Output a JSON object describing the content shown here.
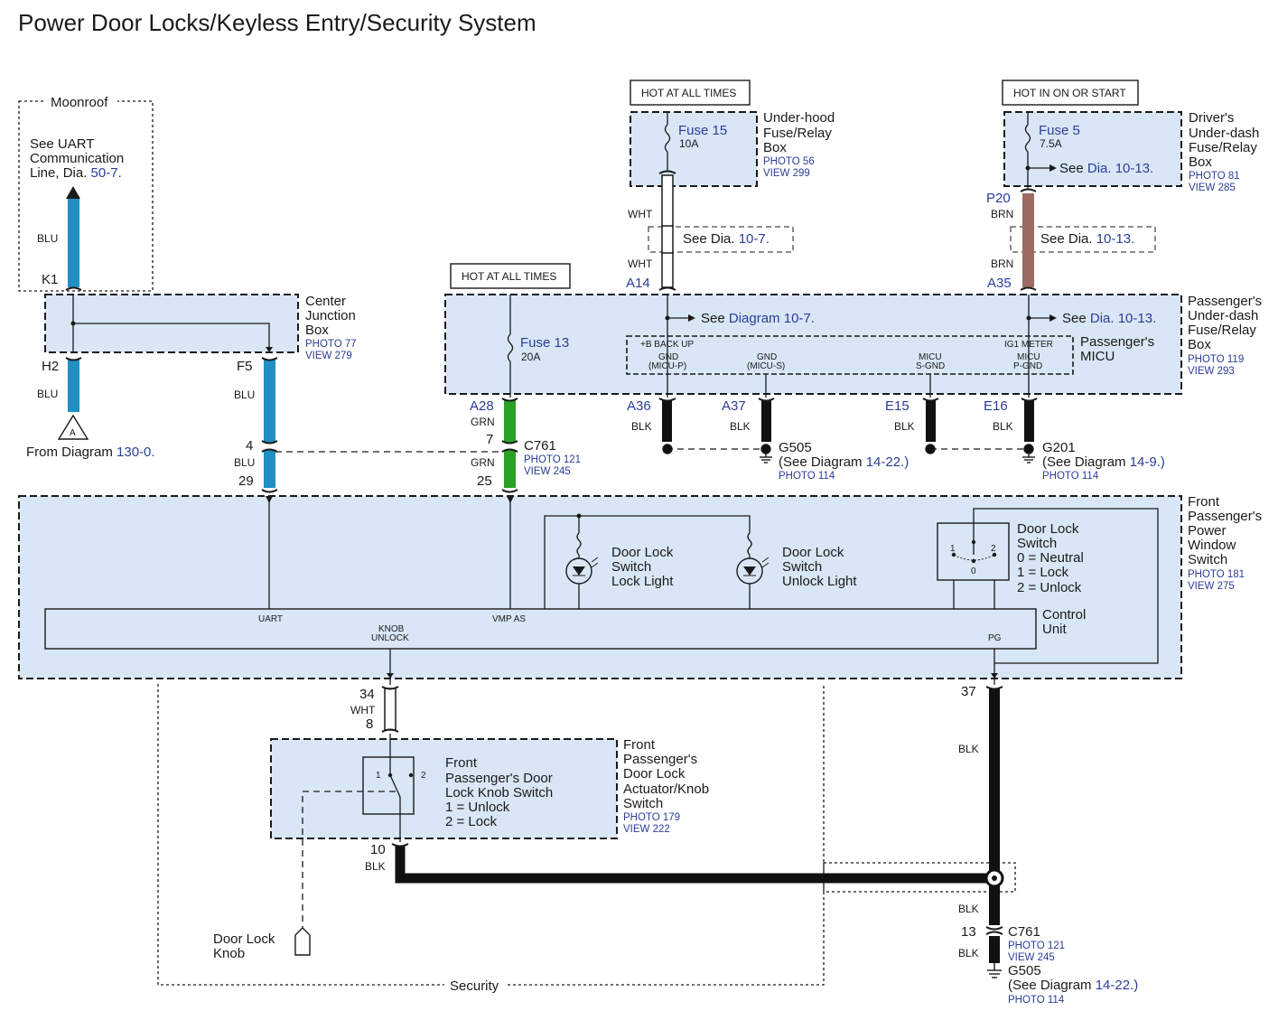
{
  "title": "Power Door Locks/Keyless Entry/Security System",
  "moonroof": {
    "frame_label": "Moonroof",
    "see_line1": "See UART",
    "see_line2": "Communication",
    "see_line3": "Line, Dia.",
    "see_ref": "50-7."
  },
  "wires": {
    "blu": "BLU",
    "wht": "WHT",
    "brn": "BRN",
    "grn": "GRN",
    "blk": "BLK"
  },
  "pins": {
    "k1": "K1",
    "h2": "H2",
    "f5": "F5",
    "a14": "A14",
    "a35": "A35",
    "p20": "P20",
    "a28": "A28",
    "a36": "A36",
    "a37": "A37",
    "e15": "E15",
    "e16": "E16",
    "p4": "4",
    "p29": "29",
    "p7": "7",
    "p25": "25",
    "p34": "34",
    "p8": "8",
    "p37": "37",
    "p10": "10",
    "p13": "13"
  },
  "center_junction": {
    "line1": "Center",
    "line2": "Junction",
    "line3": "Box",
    "photo": "PHOTO 77",
    "view": "VIEW 279"
  },
  "connector_a": {
    "letter": "A",
    "from_text": "From Diagram",
    "from_ref": "130-0."
  },
  "hot_labels": {
    "fuse13": "HOT AT ALL TIMES",
    "fuse15": "HOT AT ALL TIMES",
    "fuse5": "HOT IN ON OR START"
  },
  "underhood": {
    "fuse_name": "Fuse 15",
    "fuse_amp": "10A",
    "line1": "Under-hood",
    "line2": "Fuse/Relay",
    "line3": "Box",
    "photo": "PHOTO 56",
    "view": "VIEW 299",
    "see_text": "See Dia.",
    "see_ref": "10-7."
  },
  "drivers": {
    "fuse_name": "Fuse 5",
    "fuse_amp": "7.5A",
    "see_text": "See",
    "see_ref": "Dia. 10-13.",
    "line1": "Driver's",
    "line2": "Under-dash",
    "line3": "Fuse/Relay",
    "line4": "Box",
    "photo": "PHOTO 81",
    "view": "VIEW 285",
    "brn_see_text": "See Dia.",
    "brn_see_ref": "10-13."
  },
  "passenger_box": {
    "fuse_name": "Fuse 13",
    "fuse_amp": "20A",
    "see1_text": "See",
    "see1_ref": "Diagram 10-7.",
    "see2_text": "See",
    "see2_ref": "Dia. 10-13.",
    "line1": "Passenger's",
    "line2": "Under-dash",
    "line3": "Fuse/Relay",
    "line4": "Box",
    "photo": "PHOTO 119",
    "view": "VIEW 293",
    "micu_line1": "Passenger's",
    "micu_line2": "MICU",
    "micu_pins": {
      "bbackup": "+B BACK UP",
      "gnd_p1": "GND",
      "gnd_p2": "(MICU-P)",
      "gnd_s1": "GND",
      "gnd_s2": "(MICU-S)",
      "sgnd1": "MICU",
      "sgnd2": "S-GND",
      "ig1": "IG1 METER",
      "pgnd1": "MICU",
      "pgnd2": "P-GND"
    }
  },
  "c761_top": {
    "name": "C761",
    "photo": "PHOTO 121",
    "view": "VIEW 245"
  },
  "g505_top": {
    "name": "G505",
    "see_text": "(See Diagram",
    "see_ref": "14-22.)",
    "photo": "PHOTO 114"
  },
  "g201": {
    "name": "G201",
    "see_text": "(See Diagram",
    "see_ref": "14-9.)",
    "photo": "PHOTO 114"
  },
  "window_switch": {
    "line1": "Front",
    "line2": "Passenger's",
    "line3": "Power",
    "line4": "Window",
    "line5": "Switch",
    "photo": "PHOTO 181",
    "view": "VIEW 275",
    "lock_light": [
      "Door Lock",
      "Switch",
      "Lock Light"
    ],
    "unlock_light": [
      "Door Lock",
      "Switch",
      "Unlock Light"
    ],
    "door_lock_switch": [
      "Door Lock",
      "Switch",
      "0 = Neutral",
      "1 = Lock",
      "2 = Unlock"
    ],
    "sw_pos": {
      "p1": "1",
      "p0": "0",
      "p2": "2"
    },
    "control_unit": [
      "Control",
      "Unit"
    ],
    "cu_pins": {
      "uart": "UART",
      "vmpas": "VMP AS",
      "knob1": "KNOB",
      "knob2": "UNLOCK",
      "pg": "PG"
    }
  },
  "actuator": {
    "switch_lines": [
      "Front",
      "Passenger's Door",
      "Lock Knob Switch",
      "1 = Unlock",
      "2 = Lock"
    ],
    "sw_pos": {
      "p1": "1",
      "p2": "2"
    },
    "name_lines": [
      "Front",
      "Passenger's",
      "Door Lock",
      "Actuator/Knob",
      "Switch"
    ],
    "photo": "PHOTO 179",
    "view": "VIEW 222"
  },
  "door_lock_knob": [
    "Door Lock",
    "Knob"
  ],
  "security_label": "Security",
  "c761_bottom": {
    "name": "C761",
    "photo": "PHOTO 121",
    "view": "VIEW 245"
  },
  "g505_bottom": {
    "name": "G505",
    "see_text": "(See Diagram",
    "see_ref": "14-22.)",
    "photo": "PHOTO 114"
  },
  "colors": {
    "box_fill": "#d8e6f5",
    "blu_wire": "#1f8fc4",
    "grn_wire": "#2aa024",
    "brn_wire": "#9b6b64",
    "blk_wire": "#111111",
    "ref_text": "#2b3d99"
  }
}
